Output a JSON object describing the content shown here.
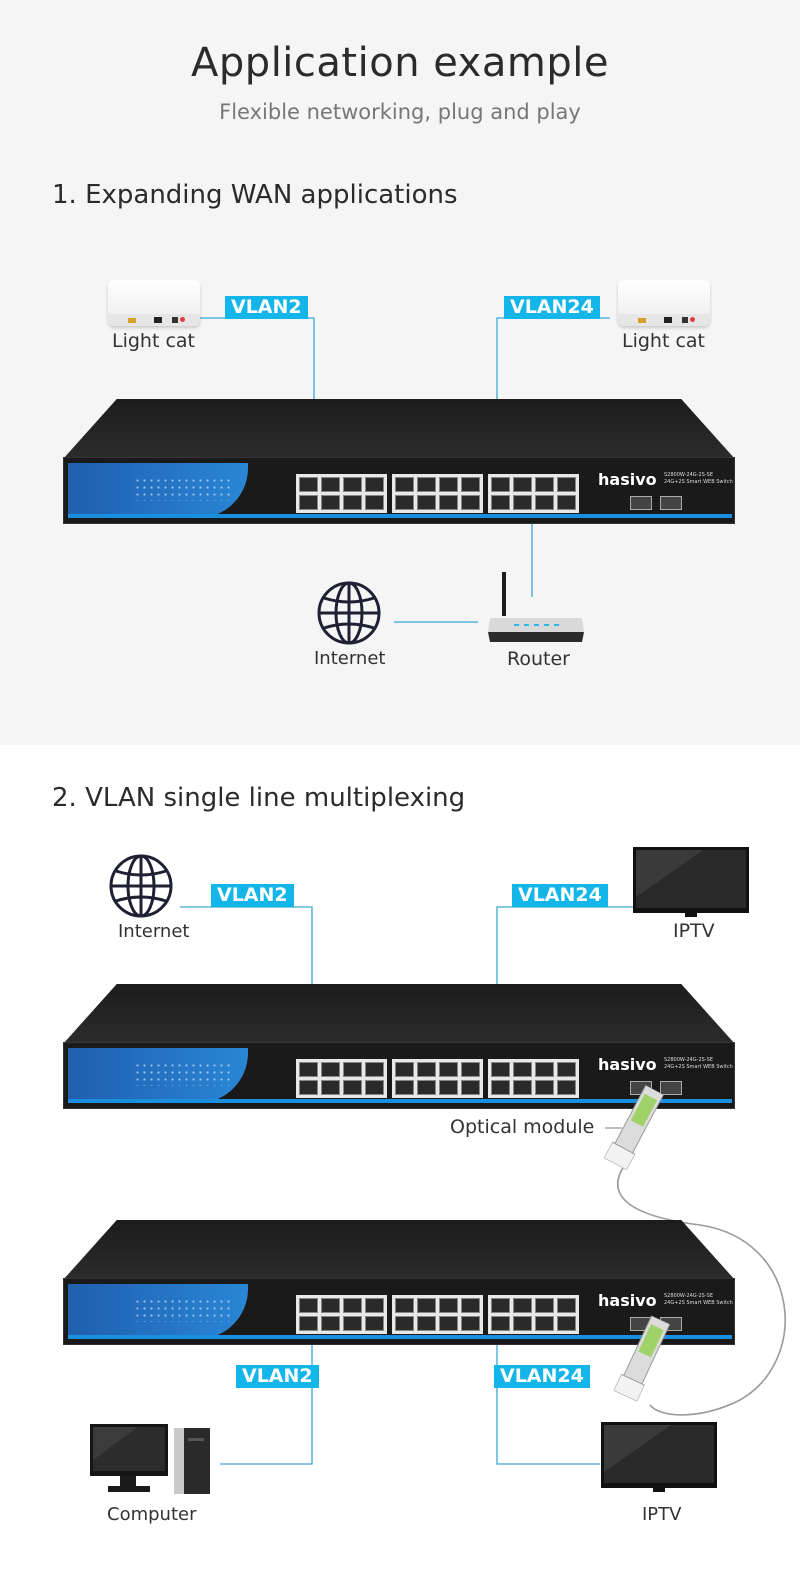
{
  "header": {
    "title": "Application example",
    "subtitle": "Flexible networking, plug and play"
  },
  "section1": {
    "title": "1. Expanding WAN applications",
    "vlan_left": "VLAN2",
    "vlan_right": "VLAN24",
    "lightcat_left": "Light cat",
    "lightcat_right": "Light cat",
    "internet": "Internet",
    "router": "Router"
  },
  "section2": {
    "title": "2. VLAN single line multiplexing",
    "vlan_top_left": "VLAN2",
    "vlan_top_right": "VLAN24",
    "internet": "Internet",
    "iptv_top": "IPTV",
    "optical_module": "Optical module",
    "vlan_bottom_left": "VLAN2",
    "vlan_bottom_right": "VLAN24",
    "computer": "Computer",
    "iptv_bottom": "IPTV"
  },
  "switch": {
    "brand": "hasivo",
    "model": "S2800W-24G-2S-SE",
    "model_sub": "24G+2S Smart WEB Switch"
  },
  "colors": {
    "accent": "#14b6ea",
    "line": "#3aa9d8",
    "switch_blue": "#2a86d6"
  }
}
